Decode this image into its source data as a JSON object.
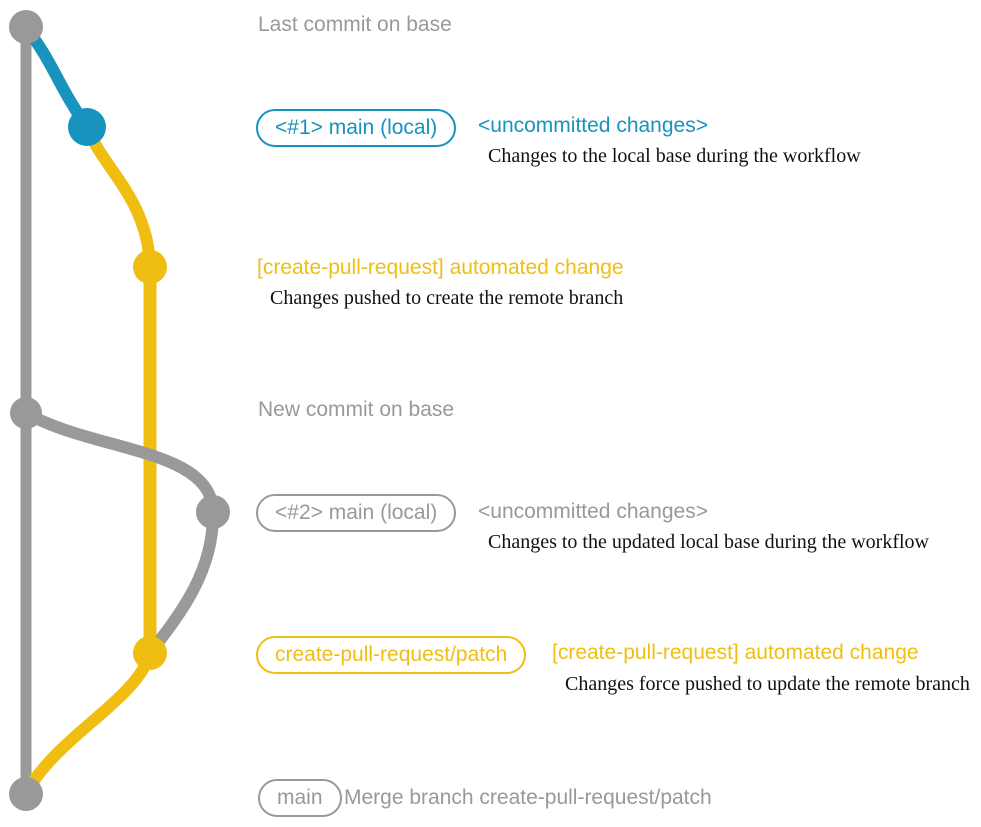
{
  "colors": {
    "base_gray": "#999999",
    "branch_blue": "#1793BD",
    "branch_yellow": "#F0BE12",
    "text_black": "#111111"
  },
  "annotations": {
    "last_commit_label": "Last commit on base",
    "new_commit_label": "New commit on base",
    "section_main1": {
      "badge": "<#1> main (local)",
      "status": "<uncommitted changes>",
      "description": "Changes to the local base during the workflow"
    },
    "section_first_push": {
      "title": "[create-pull-request] automated change",
      "description": "Changes pushed to create the remote branch"
    },
    "section_main2": {
      "badge": "<#2> main (local)",
      "status": "<uncommitted changes>",
      "description": "Changes to the updated local base during the workflow"
    },
    "section_patch": {
      "badge": "create-pull-request/patch",
      "title": "[create-pull-request] automated change",
      "description": "Changes force pushed to update the remote branch"
    },
    "section_merge": {
      "badge": "main",
      "message": "Merge branch create-pull-request/patch"
    }
  }
}
